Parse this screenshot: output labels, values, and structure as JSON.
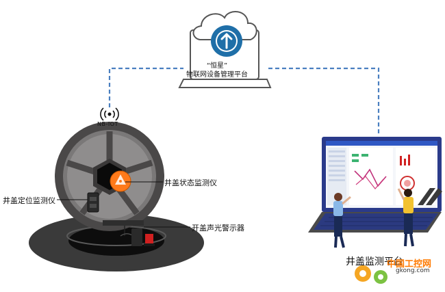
{
  "cloud": {
    "quote_brand": "“恒星”",
    "platform_name": "物联网设备管理平台"
  },
  "network": {
    "nbiot_label": "NB-IOT"
  },
  "callouts": {
    "status_monitor": "井盖状态监测仪",
    "position_monitor": "井盖定位监测仪",
    "alarm": "开盖声光警示器"
  },
  "laptop": {
    "caption": "井盖监测平台"
  },
  "watermark": {
    "name": "中国工控网",
    "url": "gkong.com"
  },
  "colors": {
    "dashed_link": "#4a7fc0",
    "upload_circle": "#1f6fa8",
    "status_device": "#ff7a1a",
    "manhole_rim": "#4a4848",
    "laptop_screen_frame": "#2a3a8a",
    "laptop_keyboard": "#2b3a80"
  }
}
